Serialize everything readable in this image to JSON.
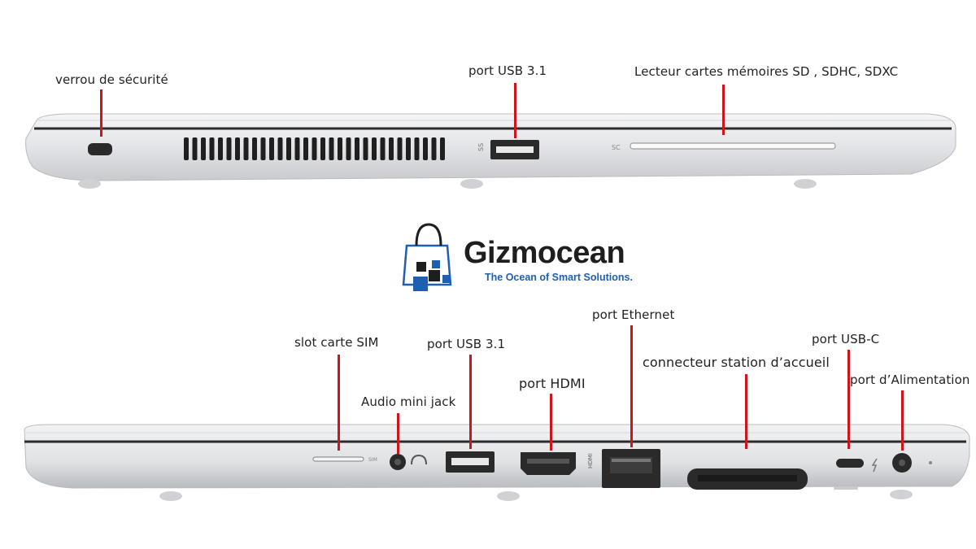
{
  "brand": {
    "name": "Gizmocean",
    "tagline": "The Ocean of Smart Solutions.",
    "colors": {
      "accent": "#1f5fb0",
      "text": "#1e1e1e"
    }
  },
  "top_view": {
    "labels": {
      "security_lock": "verrou de sécurité",
      "usb_port": "port USB 3.1",
      "card_reader": "Lecteur cartes mémoires SD , SDHC, SDXC"
    },
    "marks": {
      "usb": "SS",
      "card_reader": "SC"
    }
  },
  "bottom_view": {
    "labels": {
      "sim_slot": "slot carte SIM",
      "audio_jack": "Audio mini jack",
      "usb_port": "port USB 3.1",
      "hdmi_port": "port HDMI",
      "ethernet_port": "port Ethernet",
      "docking_connector": "connecteur station d’accueil",
      "usb_c_port": "port USB-C",
      "power_port": "port d’Alimentation"
    },
    "marks": {
      "sim": "SIM",
      "hdmi": "HDMI"
    }
  },
  "colors": {
    "leader_lines": "#d0141b",
    "chassis": "#e9eaec"
  }
}
